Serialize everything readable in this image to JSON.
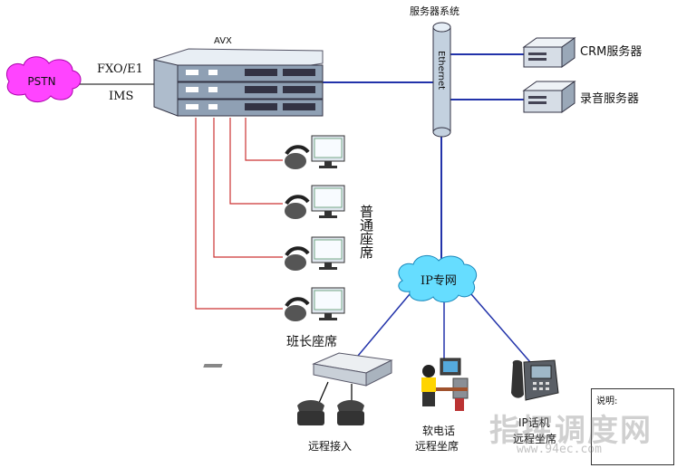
{
  "labels": {
    "pstn": "PSTN",
    "fxo": "FXO/E1",
    "ims": "IMS",
    "avx": "AVX",
    "server_system": "服务器系统",
    "ethernet": "Ethernet",
    "crm_server": "CRM服务器",
    "recording_server": "录音服务器",
    "regular_seats": "普通座席",
    "monitor_seat": "班长座席",
    "ip_network": "IP专网",
    "remote_access": "远程接入",
    "softphone_line1": "软电话",
    "softphone_line2": "远程坐席",
    "ip_phone_line1": "IP话机",
    "ip_phone_line2": "远程坐席"
  },
  "legend": {
    "title": "说明:"
  },
  "watermark": {
    "text": "指挥调度网",
    "url": "www.94ec.com"
  },
  "colors": {
    "pstn_cloud": "#ff33ff",
    "ip_cloud": "#66ddff",
    "backbone": "#2233aa",
    "agent_line": "#cc3333",
    "ethernet_pipe": "#b9c8d8"
  },
  "icons": {
    "avx_device": "network-chassis-icon",
    "server": "server-icon",
    "phone": "desk-phone-icon",
    "monitor": "monitor-icon",
    "gateway": "gateway-icon",
    "softphone_user": "softphone-user-icon",
    "ip_phone": "ip-phone-icon"
  }
}
